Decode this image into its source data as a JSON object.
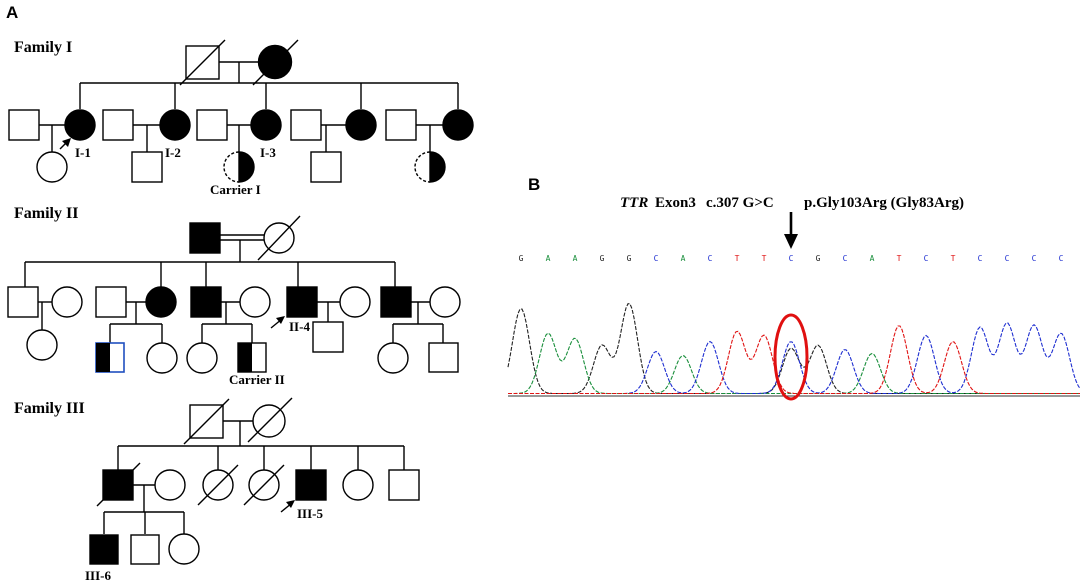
{
  "colors": {
    "A": "#1a8f3c",
    "C": "#1f2fd1",
    "G": "#222222",
    "T": "#e01515",
    "highlight": "#e01010",
    "carrier_outline": "#1f4fbf"
  },
  "panel_a": {
    "label": "A",
    "families": [
      {
        "title": "Family I",
        "labels": [
          "I-1",
          "I-2",
          "I-3",
          "Carrier I"
        ]
      },
      {
        "title": "Family II",
        "labels": [
          "II-4",
          "Carrier II"
        ]
      },
      {
        "title": "Family III",
        "labels": [
          "III-5",
          "III-6"
        ]
      }
    ]
  },
  "panel_b": {
    "label": "B",
    "gene": "TTR",
    "exon": "Exon3",
    "cdna": "c.307 G>C",
    "protein": "p.Gly103Arg (Gly83Arg)",
    "sequence": [
      "G",
      "A",
      "A",
      "G",
      "G",
      "C",
      "A",
      "C",
      "T",
      "T",
      "C",
      "G",
      "C",
      "A",
      "T",
      "C",
      "T",
      "C",
      "C",
      "C",
      "C"
    ],
    "mutation_index": 10
  }
}
